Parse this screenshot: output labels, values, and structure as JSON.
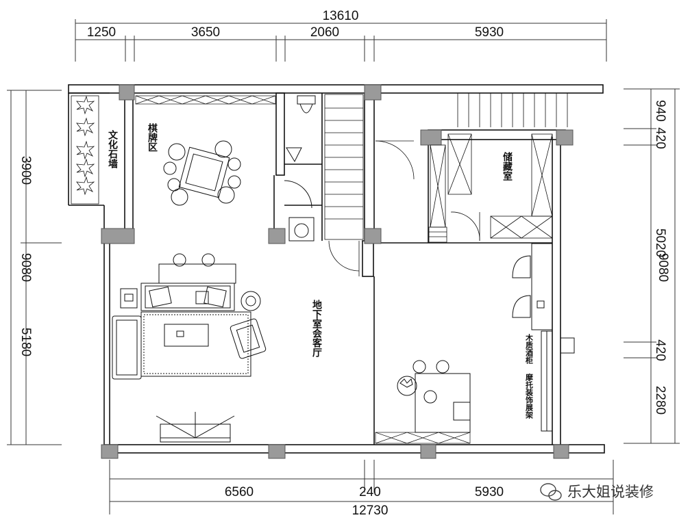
{
  "dimensions": {
    "top_total": "13610",
    "top_segments": [
      "1250",
      "3650",
      "2060",
      "5930"
    ],
    "bottom_total": "12730",
    "bottom_segments": [
      "6560",
      "240",
      "5930"
    ],
    "left_total": "9080",
    "left_segments": [
      "3900",
      "5180"
    ],
    "right_total": "9080",
    "right_segments": [
      "940",
      "420",
      "5020",
      "420",
      "2280"
    ]
  },
  "rooms": {
    "culture_wall": "文化石墙",
    "chess_area": "棋牌区",
    "storage": "储藏室",
    "basement_living": "地下室会客厅",
    "wine_cabinet": "木质酒柜",
    "feature_shelf": "摩托装饰展架"
  },
  "watermark": {
    "text": "乐大姐说装修",
    "icon": "wechat-icon"
  },
  "colors": {
    "line": "#111111",
    "column": "#9a9a9a"
  }
}
